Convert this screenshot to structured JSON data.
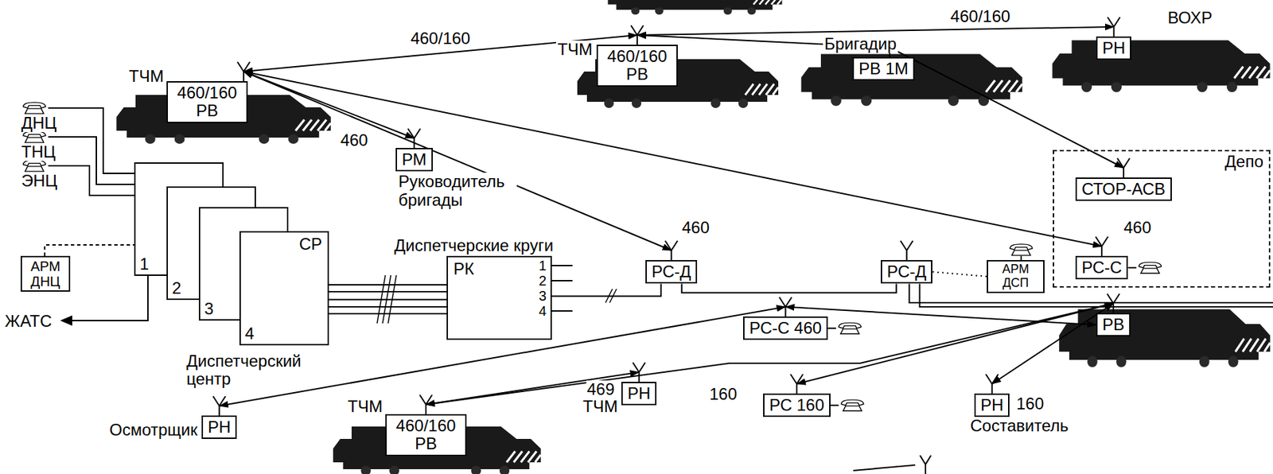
{
  "diagram": {
    "nodes": [
      {
        "text": [
          "ТЧМ",
          "460/160 РВ"
        ]
      },
      {
        "text": [
          "ТЧМ",
          "460/160 РВ"
        ]
      },
      {
        "text": [
          "Бригадир",
          "РВ 1М"
        ]
      },
      {
        "text": [
          "ВОХР",
          "РН"
        ]
      },
      {
        "text": [
          "РМ",
          "Руководитель бригады"
        ]
      },
      {
        "text": [
          "АРМ ДНЦ"
        ]
      },
      {
        "text": [
          "1"
        ]
      },
      {
        "text": [
          "2"
        ]
      },
      {
        "text": [
          "3"
        ]
      },
      {
        "text": [
          "СР",
          "4"
        ]
      },
      {
        "text": [
          "РК"
        ]
      },
      {
        "text": [
          "РС-Д"
        ]
      },
      {
        "text": [
          "РС-Д"
        ]
      },
      {
        "text": [
          "АРМ ДСП"
        ]
      },
      {
        "text": [
          "Депо"
        ]
      },
      {
        "text": [
          "СТОР-АСВ"
        ],
        "in": 14
      },
      {
        "text": [
          "РС-С"
        ],
        "in": 14
      },
      {
        "text": [
          "РВ"
        ]
      },
      {
        "text": [
          "РС-С 460"
        ]
      },
      {
        "text": [
          "РС 160"
        ]
      },
      {
        "text": [
          "РН",
          "Составитель"
        ]
      },
      {
        "text": [
          "Осмотрщик",
          "РН"
        ]
      },
      {
        "text": [
          "ТЧМ",
          "460/160 РВ"
        ]
      },
      {
        "text": [
          "РН"
        ]
      }
    ],
    "edges": [
      {
        "from": 0,
        "to": 1,
        "arrow": "both",
        "label": "460/160"
      },
      {
        "from": 0,
        "to": 4,
        "arrow": "both",
        "label": "460"
      },
      {
        "from": 0,
        "to": 11,
        "arrow": "both"
      },
      {
        "from": 0,
        "to": 16,
        "arrow": "both"
      },
      {
        "from": 1,
        "to": 2,
        "arrow": "both"
      },
      {
        "from": 1,
        "to": 3,
        "arrow": "both",
        "label": "460/160"
      },
      {
        "from": 2,
        "to": 15,
        "arrow": "to"
      },
      {
        "from": 9,
        "to": 10,
        "arrow": "none"
      },
      {
        "from": 10,
        "to": 11,
        "arrow": "none"
      },
      {
        "from": 11,
        "to": 12,
        "arrow": "none"
      },
      {
        "from": 12,
        "to": 13,
        "arrow": "none"
      },
      {
        "from": 18,
        "to": 21,
        "arrow": "both"
      },
      {
        "from": 22,
        "to": 23,
        "arrow": "both"
      },
      {
        "from": 22,
        "to": 17,
        "arrow": "both"
      },
      {
        "from": 19,
        "to": 17,
        "arrow": "both"
      },
      {
        "from": 20,
        "to": 17,
        "arrow": "both"
      },
      {
        "from": 18,
        "to": 17,
        "arrow": "both"
      }
    ],
    "labels": [
      "460",
      "460",
      "ДНЦ",
      "ТНЦ",
      "ЭНЦ",
      "ЖАТС",
      "Диспетчерский центр",
      "Диспетчерские круги",
      "1",
      "2",
      "3",
      "4",
      "160",
      "160",
      "469",
      "ТЧМ"
    ]
  }
}
